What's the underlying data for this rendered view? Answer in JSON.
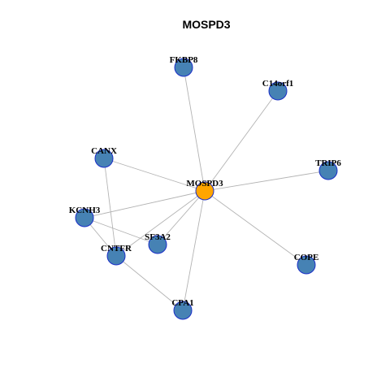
{
  "title": "MOSPD3",
  "colors": {
    "hub_fill": "#FFA500",
    "node_fill": "#4682B4",
    "node_stroke": "#1A2EC8",
    "edge": "#B3B3B3"
  },
  "nodes": [
    {
      "id": "MOSPD3",
      "label": "MOSPD3",
      "hub": true
    },
    {
      "id": "FKBP8",
      "label": "FKBP8"
    },
    {
      "id": "C14orf1",
      "label": "C14orf1"
    },
    {
      "id": "CANX",
      "label": "CANX"
    },
    {
      "id": "TRIP6",
      "label": "TRIP6"
    },
    {
      "id": "KCNH3",
      "label": "KCNH3"
    },
    {
      "id": "SF3A2",
      "label": "SF3A2"
    },
    {
      "id": "CNTFR",
      "label": "CNTFR"
    },
    {
      "id": "COPE",
      "label": "COPE"
    },
    {
      "id": "CPA1",
      "label": "CPA1"
    }
  ],
  "edges": [
    [
      "MOSPD3",
      "FKBP8"
    ],
    [
      "MOSPD3",
      "C14orf1"
    ],
    [
      "MOSPD3",
      "CANX"
    ],
    [
      "MOSPD3",
      "TRIP6"
    ],
    [
      "MOSPD3",
      "KCNH3"
    ],
    [
      "MOSPD3",
      "SF3A2"
    ],
    [
      "MOSPD3",
      "CNTFR"
    ],
    [
      "MOSPD3",
      "COPE"
    ],
    [
      "MOSPD3",
      "CPA1"
    ],
    [
      "CANX",
      "CNTFR"
    ],
    [
      "KCNH3",
      "CNTFR"
    ],
    [
      "KCNH3",
      "SF3A2"
    ],
    [
      "CNTFR",
      "CPA1"
    ]
  ]
}
